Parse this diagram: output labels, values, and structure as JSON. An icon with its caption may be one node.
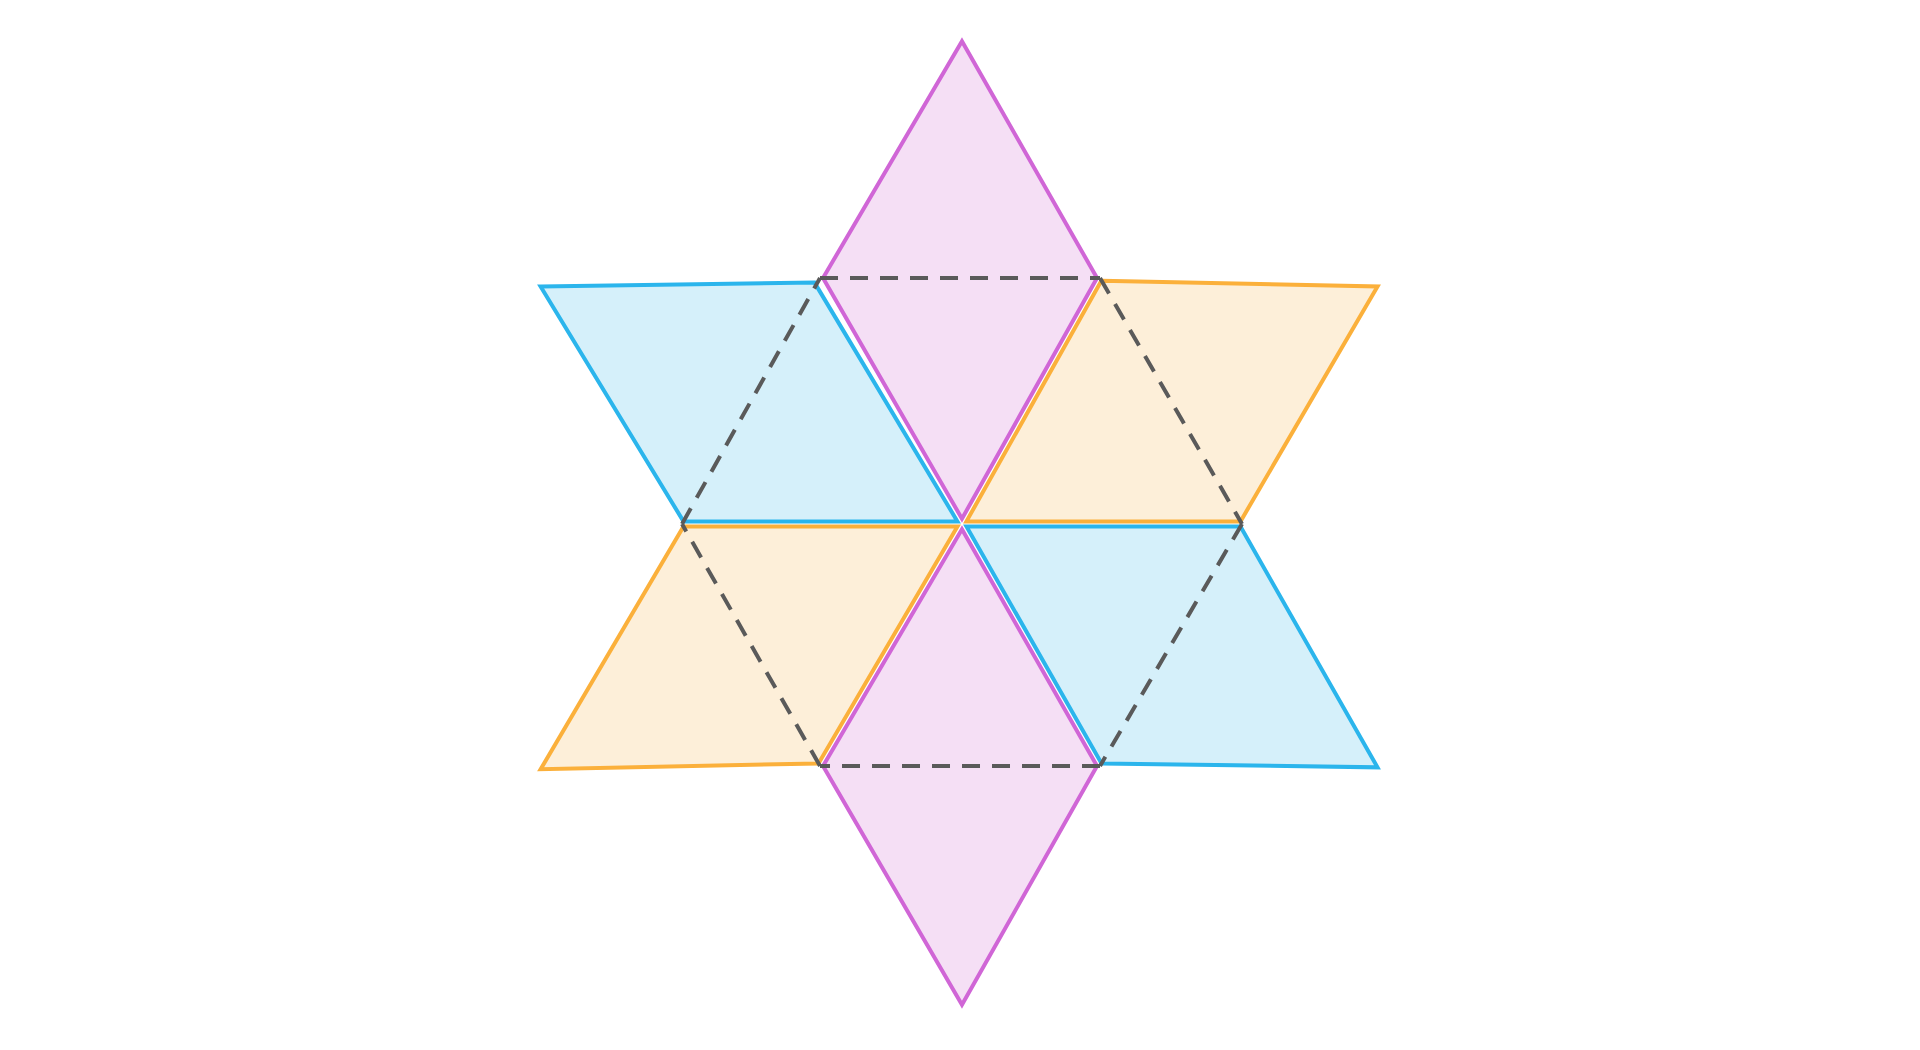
{
  "diagram": {
    "nodes": [
      {
        "text": [],
        "shape": "rhombus"
      },
      {
        "text": [],
        "shape": "rhombus"
      },
      {
        "text": [],
        "shape": "rhombus"
      },
      {
        "text": [],
        "shape": "rhombus"
      },
      {
        "text": [],
        "shape": "rhombus"
      },
      {
        "text": [],
        "shape": "rhombus"
      }
    ]
  }
}
